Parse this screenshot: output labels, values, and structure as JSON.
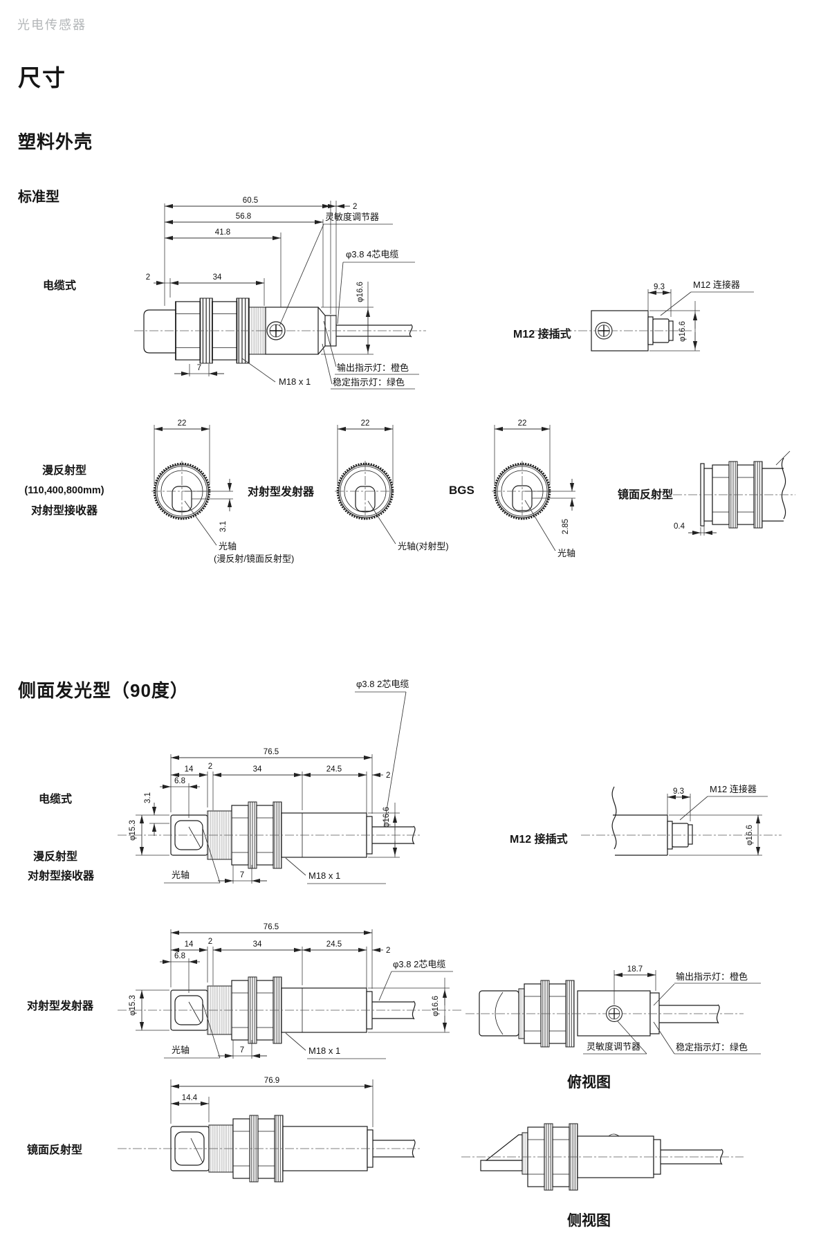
{
  "page": {
    "brand": "光电传感器",
    "title": "尺寸"
  },
  "sections": {
    "plastic": "塑料外壳",
    "standard": "标准型",
    "side90": "侧面发光型（90度）"
  },
  "types": {
    "cable": "电缆式",
    "m12": "M12 接插式",
    "diffuse": "漫反射型",
    "diffuse_range": "(110,400,800mm)",
    "thru_receiver": "对射型接收器",
    "thru_emitter": "对射型发射器",
    "bgs": "BGS",
    "mirror": "镜面反射型"
  },
  "callouts": {
    "sens_adj": "灵敏度调节器",
    "out_led": "输出指示灯：橙色",
    "stab_led": "稳定指示灯：绿色",
    "m18": "M18 x 1",
    "m12_conn": "M12 连接器",
    "cable4": "φ3.8 4芯电缆",
    "cable2": "φ3.8 2芯电缆",
    "axis": "光轴",
    "axis_note": "(漫反射/镜面反射型)",
    "axis_thru": "光轴(对射型)"
  },
  "views": {
    "top": "俯视图",
    "side": "侧视图"
  },
  "dims": {
    "d2": "2",
    "d7": "7",
    "d04": "0.4",
    "d31": "3.1",
    "d68": "6.8",
    "d93": "9.3",
    "d14": "14",
    "d144": "14.4",
    "d187": "18.7",
    "d22": "22",
    "d245": "24.5",
    "d285": "2.85",
    "d34": "34",
    "d418": "41.8",
    "d568": "56.8",
    "d605": "60.5",
    "d765": "76.5",
    "d769": "76.9",
    "dia153": "φ15.3",
    "dia166": "φ16.6"
  }
}
